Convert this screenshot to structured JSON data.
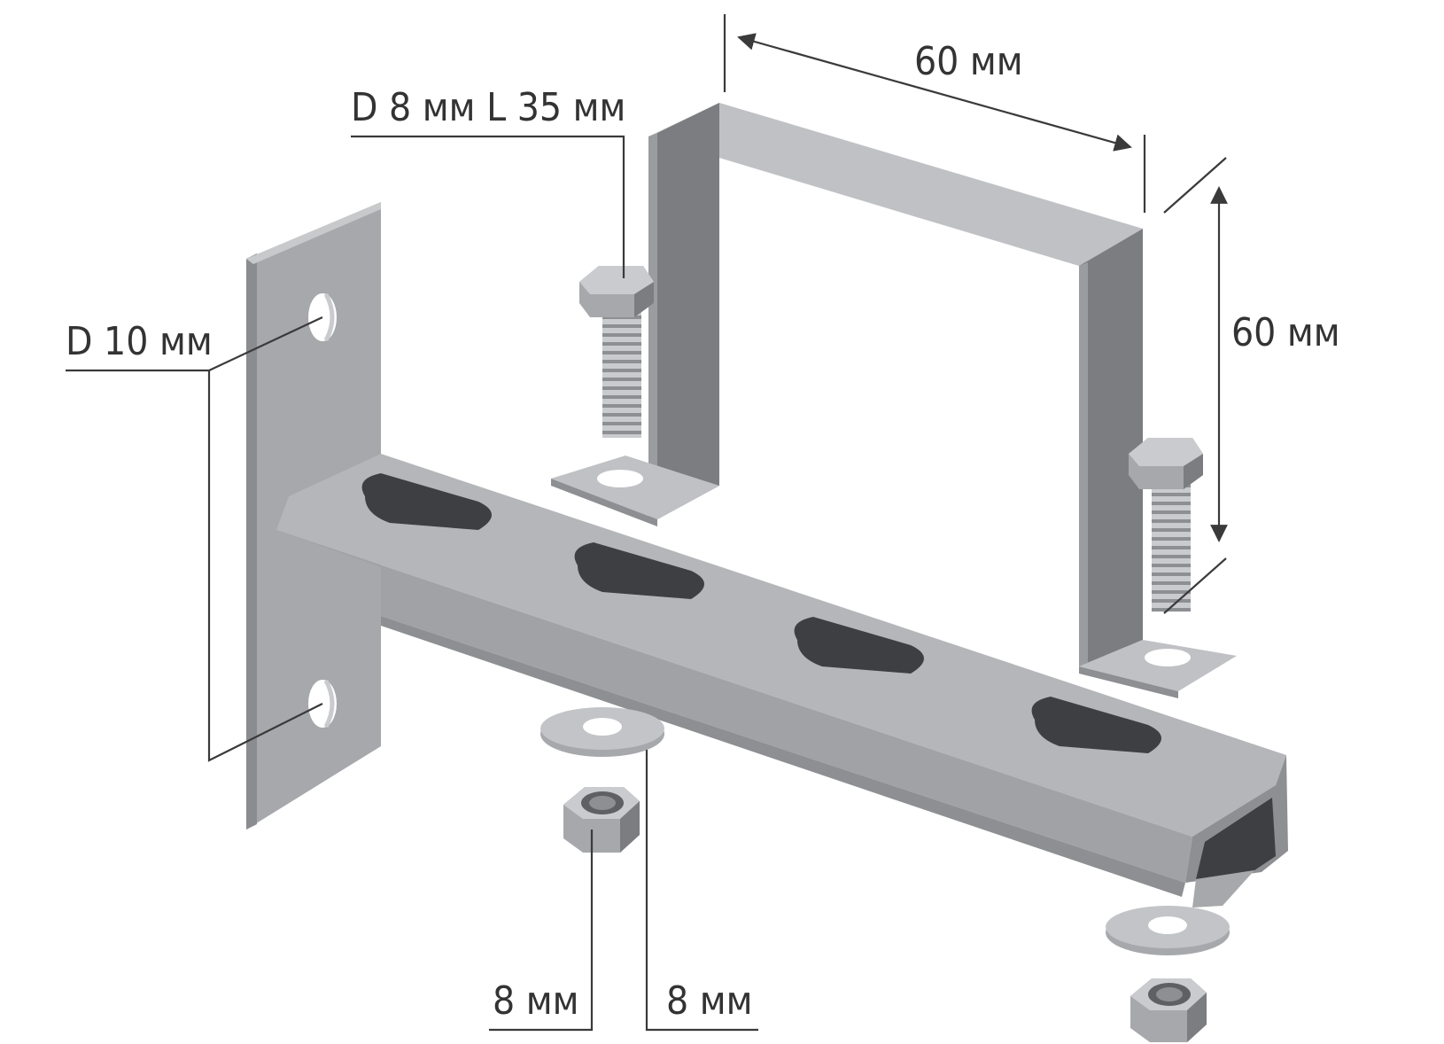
{
  "labels": {
    "top_width": "60 мм",
    "bolt": "D 8 мм L 35 мм",
    "side_height": "60 мм",
    "wall_hole": "D 10 мм",
    "nut": "8 мм",
    "washer": "8 мм"
  },
  "colors": {
    "background": "#ffffff",
    "metal_light": "#bfc1c4",
    "metal_mid": "#a6a8ab",
    "metal_dark": "#7b7d80",
    "slot_dark": "#3d3f42",
    "line": "#3a3a3a",
    "text": "#333333"
  },
  "icons": {
    "bolt": "hex-bolt-icon",
    "nut": "hex-nut-icon",
    "washer": "washer-icon"
  }
}
